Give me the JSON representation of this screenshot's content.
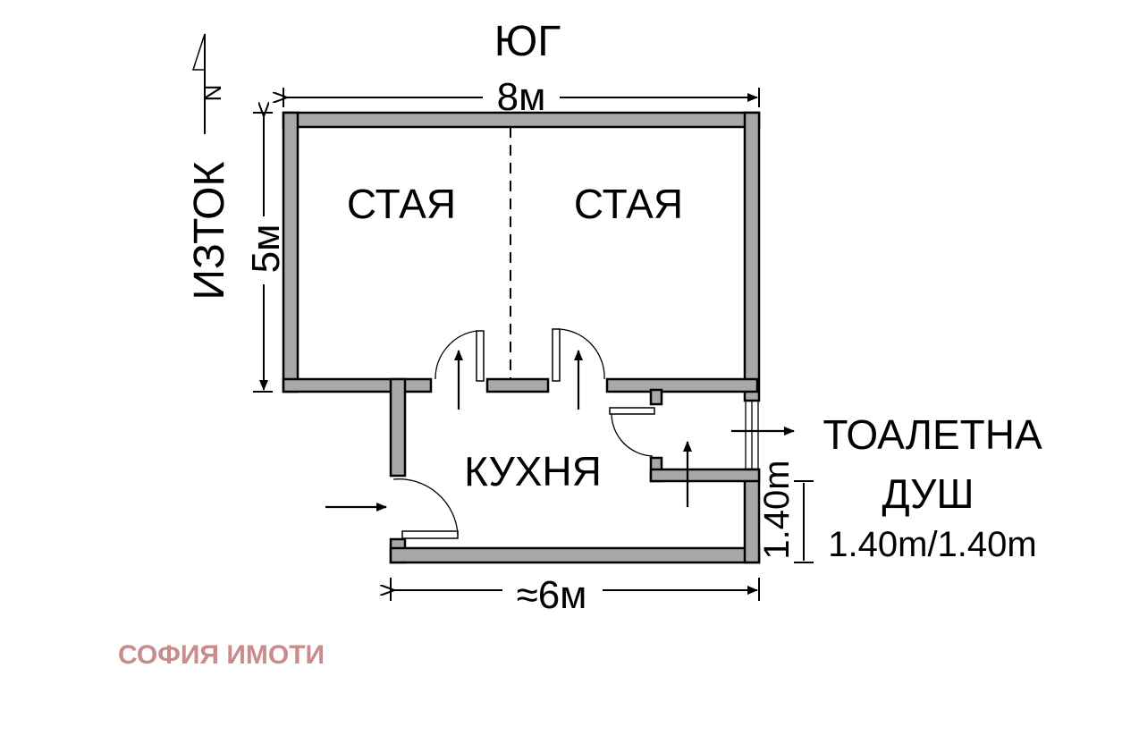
{
  "labels": {
    "south": "ЮГ",
    "top_dim": "8м",
    "east": "ИЗТОК",
    "left_dim": "5м",
    "room_left": "СТАЯ",
    "room_right": "СТАЯ",
    "kitchen": "КУХНЯ",
    "bathroom_line1": "ТОАЛЕТНА",
    "bathroom_line2": "ДУШ",
    "bathroom_size": "1.40m/1.40m",
    "bathroom_dim": "1.40m",
    "bottom_dim": "≈6м",
    "north": "N"
  },
  "watermark": "СОФИЯ ИМОТИ"
}
